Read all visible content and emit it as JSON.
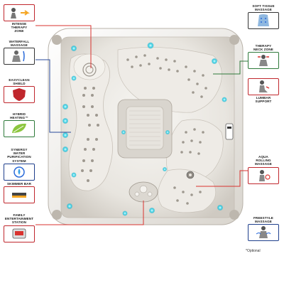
{
  "features": {
    "intense_therapy_zone": "INTENSE\nTHERAPY\nZONE",
    "waterfall_massage": "WATERFALL\nMASSAGE",
    "easyclean_shield": "EASYCLEAN\nSHIELD",
    "hybrid_heating": "HYBRID\nHEATING™",
    "synergy": "SYNERGY\nWATER PURIFICATION\nSYSTEM",
    "skimmer_bar": "SKIMMER BAR",
    "family_entertainment": "FAMILY\nENTERTAINMENT\nSTATION",
    "soft_tissue_massage": "SOFT TISSUE\nMASSAGE",
    "therapy_neck_zone": "THERAPY\nNECK ZONE",
    "lumbar_support": "LUMBAR\nSUPPORT",
    "aqua_rolling_massage": "AQUA\nROLLING\nMASSAGE",
    "freestyle_massage": "FREESTYLE\nMASSAGE"
  },
  "footnote": "*Optional",
  "colors": {
    "red_line": "#d9332f",
    "blue_line": "#2a4a9a",
    "green_line": "#2f7a3b",
    "jet_light": "#39d2e6",
    "shell": "#ece9e4"
  }
}
